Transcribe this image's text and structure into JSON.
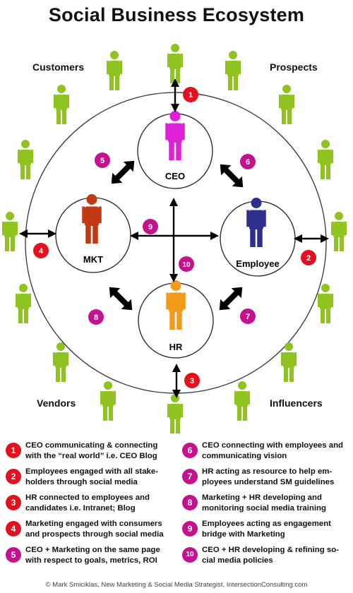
{
  "title": "Social Business Ecosystem",
  "corner_labels": {
    "customers": "Customers",
    "prospects": "Prospects",
    "vendors": "Vendors",
    "influencers": "Influencers"
  },
  "nodes": {
    "ceo": {
      "label": "CEO",
      "color": "#e020d8"
    },
    "mkt": {
      "label": "MKT",
      "color": "#c23a12"
    },
    "employee": {
      "label": "Employee",
      "color": "#2f2f8f"
    },
    "hr": {
      "label": "HR",
      "color": "#f39a1a"
    }
  },
  "colors": {
    "red_badge": "#e3101e",
    "purple_badge": "#c4118d",
    "person_green": "#8fc31f"
  },
  "badges": [
    "1",
    "2",
    "3",
    "4",
    "5",
    "6",
    "7",
    "8",
    "9",
    "10"
  ],
  "legend": [
    {
      "num": "1",
      "text": "CEO communicating & connecting with the “real world” i.e. CEO Blog"
    },
    {
      "num": "2",
      "text": "Employees engaged with all stake-holders through social media"
    },
    {
      "num": "3",
      "text": "HR connected to employees and candidates i.e. Intranet; Blog"
    },
    {
      "num": "4",
      "text": "Marketing engaged with consumers and prospects through social media"
    },
    {
      "num": "5",
      "text": "CEO + Marketing on the same page with respect to goals, metrics, ROI"
    },
    {
      "num": "6",
      "text": "CEO connecting with employees and communicating vision"
    },
    {
      "num": "7",
      "text": "HR acting as resource to help em-ployees understand SM guidelines"
    },
    {
      "num": "8",
      "text": "Marketing + HR developing and monitoring social media training"
    },
    {
      "num": "9",
      "text": "Employees acting as engagement bridge with Marketing"
    },
    {
      "num": "10",
      "text": "CEO + HR developing & refining so-cial media policies"
    }
  ],
  "footer": "© Mark Smiciklas, New Marketing & Social Media Strategist, IntersectionConsulting.com"
}
